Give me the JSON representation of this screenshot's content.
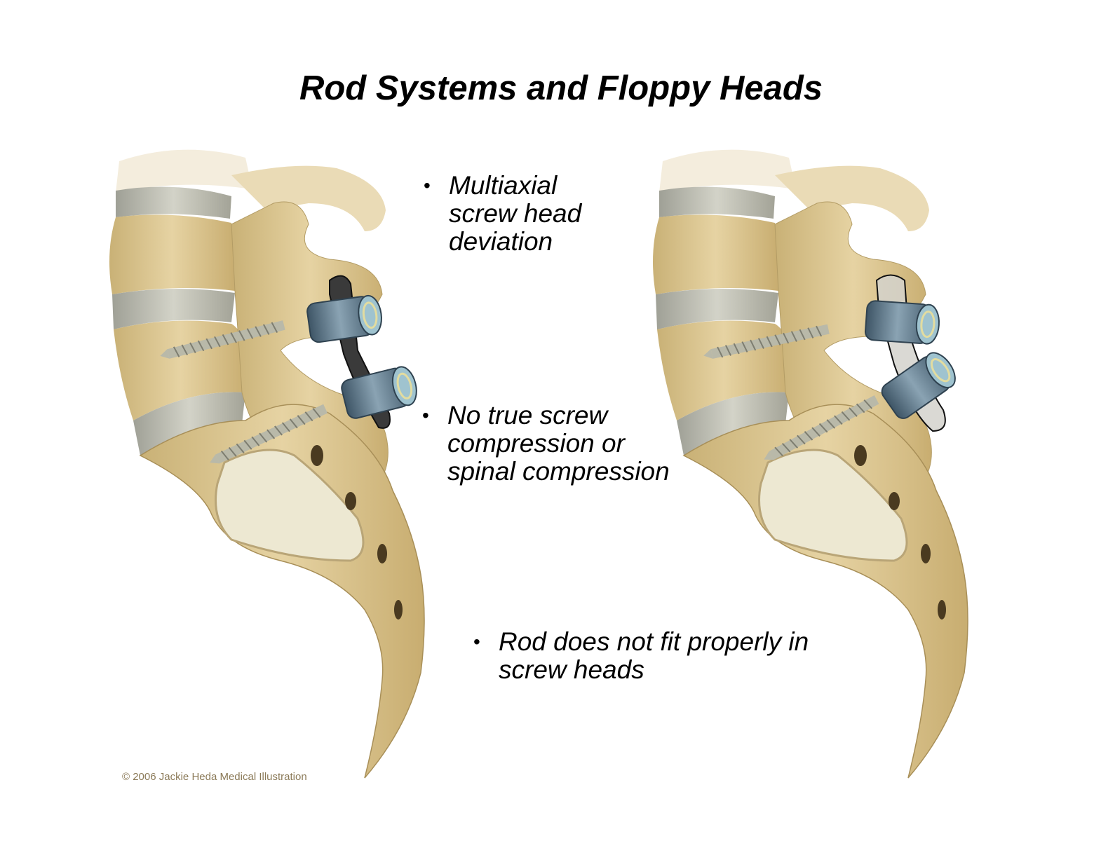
{
  "title": "Rod Systems and Floppy Heads",
  "bullets": [
    {
      "lines": [
        "Multiaxial",
        "screw head",
        "deviation"
      ]
    },
    {
      "lines": [
        "No true screw",
        "compression or",
        "spinal compression"
      ]
    },
    {
      "lines": [
        "Rod does not fit properly in",
        "screw heads"
      ]
    }
  ],
  "copyright": "© 2006 Jackie Heda Medical Illustration",
  "colors": {
    "bone": "#d8c28c",
    "disc": "#b9b9aa",
    "screw_head": "#5f7a8c",
    "rod_left": "#3a3a3a",
    "rod_right": "#cfcfcf"
  }
}
